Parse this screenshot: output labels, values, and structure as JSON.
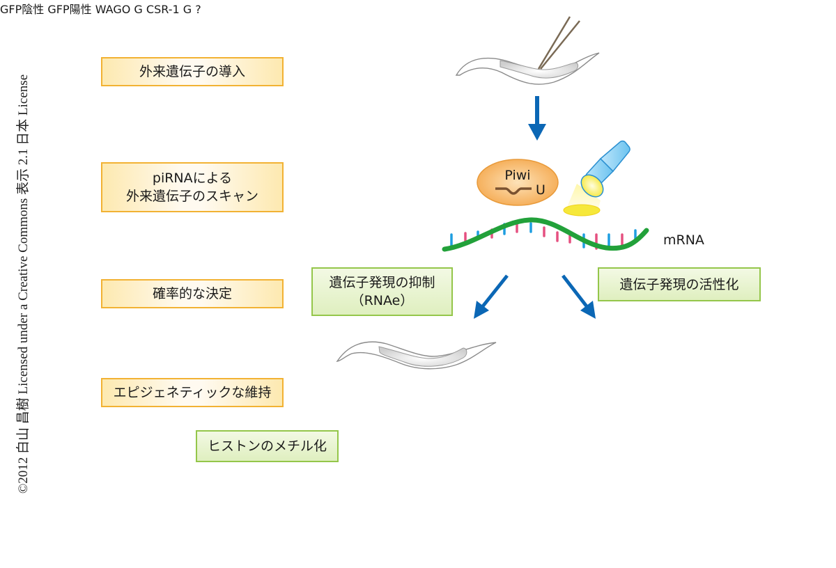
{
  "credit": "©2012 白山 昌樹 Licensed under a Creative Commons 表示 2.1 日本 License",
  "steps": [
    {
      "label": "外来遺伝子の導入"
    },
    {
      "label": "piRNAによる\n外来遺伝子のスキャン"
    },
    {
      "label": "確率的な決定"
    },
    {
      "label": "エピジェネティックな維持"
    }
  ],
  "outcomes": {
    "silencing": {
      "label": "遺伝子発現の抑制\n（RNAe）"
    },
    "activation": {
      "label": "遺伝子発現の活性化"
    },
    "histone": {
      "label": "ヒストンのメチル化"
    }
  },
  "labels": {
    "mrna": "mRNA",
    "piwi": "Piwi",
    "piwi_nt": "U",
    "gfp_negative": "GFP陰性",
    "gfp_positive": "GFP陽性",
    "wago": "WAGO",
    "wago_nt": "G",
    "csr1": "CSR-1",
    "csr1_nt": "G",
    "unknown": "?"
  },
  "colors": {
    "arrow": "#0b67b5",
    "mrna_backbone": "#22a13a",
    "tick_blue": "#1e9ee0",
    "tick_pink": "#e55080",
    "piwi_fill": "#f6b25a",
    "wago_fill": "#a9acdc",
    "csr1_fill": "#f5b5b8",
    "nucleosome": "#f3a6d0",
    "methyl_red": "#ec6a4a",
    "methyl_blue": "#4a8ed4",
    "tail_orange": "#f08a1a",
    "gfp_green": "#b9e07a"
  }
}
